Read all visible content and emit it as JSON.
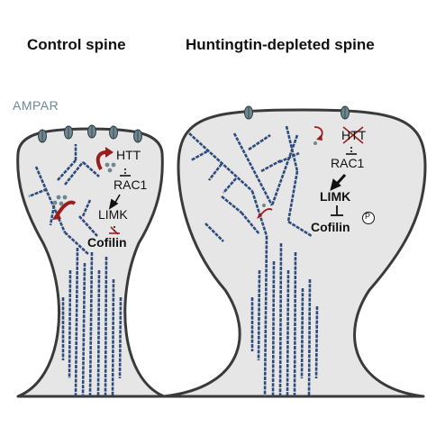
{
  "titles": {
    "control": "Control spine",
    "depleted": "Huntingtin-depleted spine"
  },
  "ampar_label": "AMPAR",
  "control_pathway": {
    "htt": "HTT",
    "rac1": "RAC1",
    "limk": "LIMK",
    "cofilin": "Cofilin"
  },
  "depleted_pathway": {
    "htt": "HTT",
    "rac1": "RAC1",
    "limk": "LIMK",
    "cofilin": "Cofilin",
    "phospho": "P"
  },
  "colors": {
    "actin": "#2e4b7c",
    "membrane_fill": "#e6e6e6",
    "membrane_stroke": "#3a3a3a",
    "receptor": "#6f8791",
    "arrow_red": "#9b1c1c",
    "text": "#111111"
  }
}
